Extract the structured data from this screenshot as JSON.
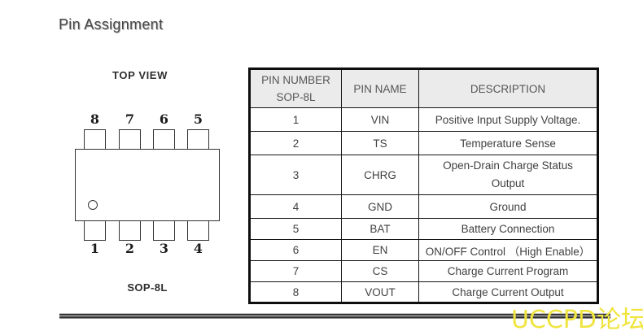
{
  "page": {
    "title": "Pin Assignment",
    "watermark": "UCCPD论坛"
  },
  "diagram": {
    "view_label": "TOP VIEW",
    "package_label": "SOP-8L",
    "top_pin_numbers": [
      "8",
      "7",
      "6",
      "5"
    ],
    "bottom_pin_numbers": [
      "1",
      "2",
      "3",
      "4"
    ]
  },
  "table": {
    "col1_header_line1": "PIN NUMBER",
    "col1_header_line2": "SOP-8L",
    "col2_header": "PIN NAME",
    "col3_header": "DESCRIPTION",
    "rows": [
      {
        "number": "1",
        "name": "VIN",
        "description": "Positive Input Supply Voltage."
      },
      {
        "number": "2",
        "name": "TS",
        "description": "Temperature Sense"
      },
      {
        "number": "3",
        "name": "CHRG",
        "description": "Open-Drain Charge Status Output"
      },
      {
        "number": "4",
        "name": "GND",
        "description": "Ground"
      },
      {
        "number": "5",
        "name": "BAT",
        "description": "Battery Connection"
      },
      {
        "number": "6",
        "name": "EN",
        "description": "ON/OFF Control （High Enable）"
      },
      {
        "number": "7",
        "name": "CS",
        "description": "Charge Current Program"
      },
      {
        "number": "8",
        "name": "VOUT",
        "description": "Charge Current Output"
      }
    ]
  },
  "colors": {
    "header_bg": "#ebebeb",
    "table_border": "#0d0d0d",
    "watermark_yellow": "#f0e43f",
    "text_gray": "#414141"
  }
}
